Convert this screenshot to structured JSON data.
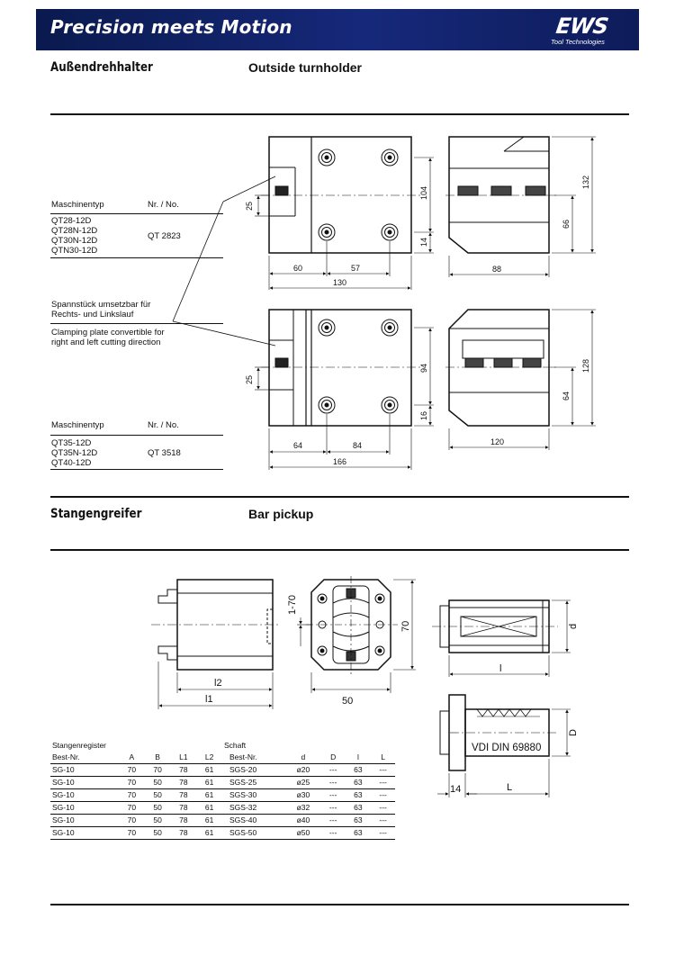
{
  "header": {
    "banner_title": "Precision meets Motion",
    "logo_text": "EWS",
    "logo_subtitle": "Tool Technologies"
  },
  "section1": {
    "title_de": "Außendrehhalter",
    "title_en": "Outside turnholder",
    "table1": {
      "col_type": "Maschinentyp",
      "col_no": "Nr. / No.",
      "machines": [
        "QT28-12D",
        "QT28N-12D",
        "QT30N-12D",
        "QTN30-12D"
      ],
      "number": "QT 2823"
    },
    "note_de_1": "Spannstück umsetzbar für",
    "note_de_2": "Rechts- und Linkslauf",
    "note_en_1": "Clamping plate convertible for",
    "note_en_2": "right and left cutting direction",
    "table2": {
      "col_type": "Maschinentyp",
      "col_no": "Nr. / No.",
      "machines": [
        "QT35-12D",
        "QT35N-12D",
        "QT40-12D"
      ],
      "number": "QT 3518"
    },
    "dims_top": {
      "d25": "25",
      "d60": "60",
      "d57": "57",
      "d130": "130",
      "d104": "104",
      "d14": "14",
      "d88": "88",
      "d66": "66",
      "d132": "132"
    },
    "dims_bottom": {
      "d25": "25",
      "d64": "64",
      "d84": "84",
      "d166": "166",
      "d94": "94",
      "d16": "16",
      "d120": "120",
      "d64b": "64",
      "d128": "128"
    }
  },
  "section2": {
    "title_de": "Stangengreifer",
    "title_en": "Bar pickup",
    "dims": {
      "l2": "l2",
      "l1": "l1",
      "d170": "1-70",
      "d50": "50",
      "d70": "70",
      "l": "l",
      "d": "d",
      "D": "D",
      "L": "L",
      "d14": "14"
    },
    "shaft_label": "VDI DIN 69880",
    "table": {
      "group_left": "Stangenregister",
      "group_right": "Schaft",
      "headers": [
        "Best-Nr.",
        "A",
        "B",
        "L1",
        "L2",
        "Best-Nr.",
        "d",
        "D",
        "l",
        "L"
      ],
      "rows": [
        [
          "SG-10",
          "70",
          "70",
          "78",
          "61",
          "SGS-20",
          "ø20",
          "---",
          "63",
          "---"
        ],
        [
          "SG-10",
          "70",
          "50",
          "78",
          "61",
          "SGS-25",
          "ø25",
          "---",
          "63",
          "---"
        ],
        [
          "SG-10",
          "70",
          "50",
          "78",
          "61",
          "SGS-30",
          "ø30",
          "---",
          "63",
          "---"
        ],
        [
          "SG-10",
          "70",
          "50",
          "78",
          "61",
          "SGS-32",
          "ø32",
          "---",
          "63",
          "---"
        ],
        [
          "SG-10",
          "70",
          "50",
          "78",
          "61",
          "SGS-40",
          "ø40",
          "---",
          "63",
          "---"
        ],
        [
          "SG-10",
          "70",
          "50",
          "78",
          "61",
          "SGS-50",
          "ø50",
          "---",
          "63",
          "---"
        ]
      ]
    }
  }
}
